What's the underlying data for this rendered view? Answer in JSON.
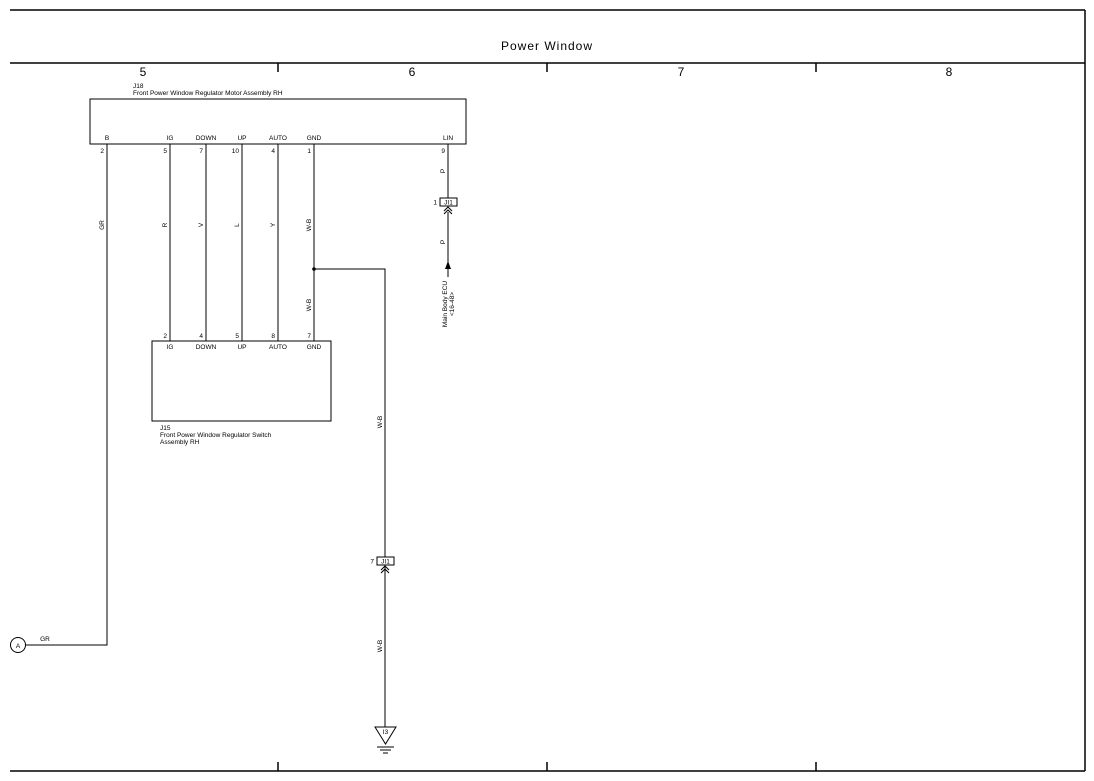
{
  "header": {
    "title": "Power Window"
  },
  "columns": [
    "5",
    "6",
    "7",
    "8"
  ],
  "motor": {
    "id": "J18",
    "name": "Front Power Window Regulator Motor Assembly RH",
    "pins": [
      {
        "label": "B",
        "num": "2"
      },
      {
        "label": "IG",
        "num": "5"
      },
      {
        "label": "DOWN",
        "num": "7"
      },
      {
        "label": "UP",
        "num": "10"
      },
      {
        "label": "AUTO",
        "num": "4"
      },
      {
        "label": "GND",
        "num": "1"
      },
      {
        "label": "LIN",
        "num": "9"
      }
    ]
  },
  "switch": {
    "id": "J15",
    "name_line1": "Front Power Window Regulator Switch",
    "name_line2": "Assembly RH",
    "pins": [
      {
        "label": "IG",
        "num": "2"
      },
      {
        "label": "DOWN",
        "num": "4"
      },
      {
        "label": "UP",
        "num": "5"
      },
      {
        "label": "AUTO",
        "num": "8"
      },
      {
        "label": "GND",
        "num": "7"
      }
    ]
  },
  "wire_colors": {
    "b": "GR",
    "ig": "R",
    "down": "V",
    "up": "L",
    "auto": "Y",
    "gnd_upper": "W-B",
    "gnd_lower": "W-B",
    "gnd_vertical": "W-B",
    "gnd_ground": "W-B",
    "lin_upper": "P",
    "lin_lower": "P",
    "offpage": "GR"
  },
  "junction_upper": {
    "id": "JI1",
    "pin": "1"
  },
  "junction_lower": {
    "id": "JI1",
    "pin": "7"
  },
  "ecu": {
    "line1": "Main Body ECU",
    "line2": "<16-48>"
  },
  "ground": {
    "id": "I3"
  },
  "offpage": {
    "label": "A"
  }
}
